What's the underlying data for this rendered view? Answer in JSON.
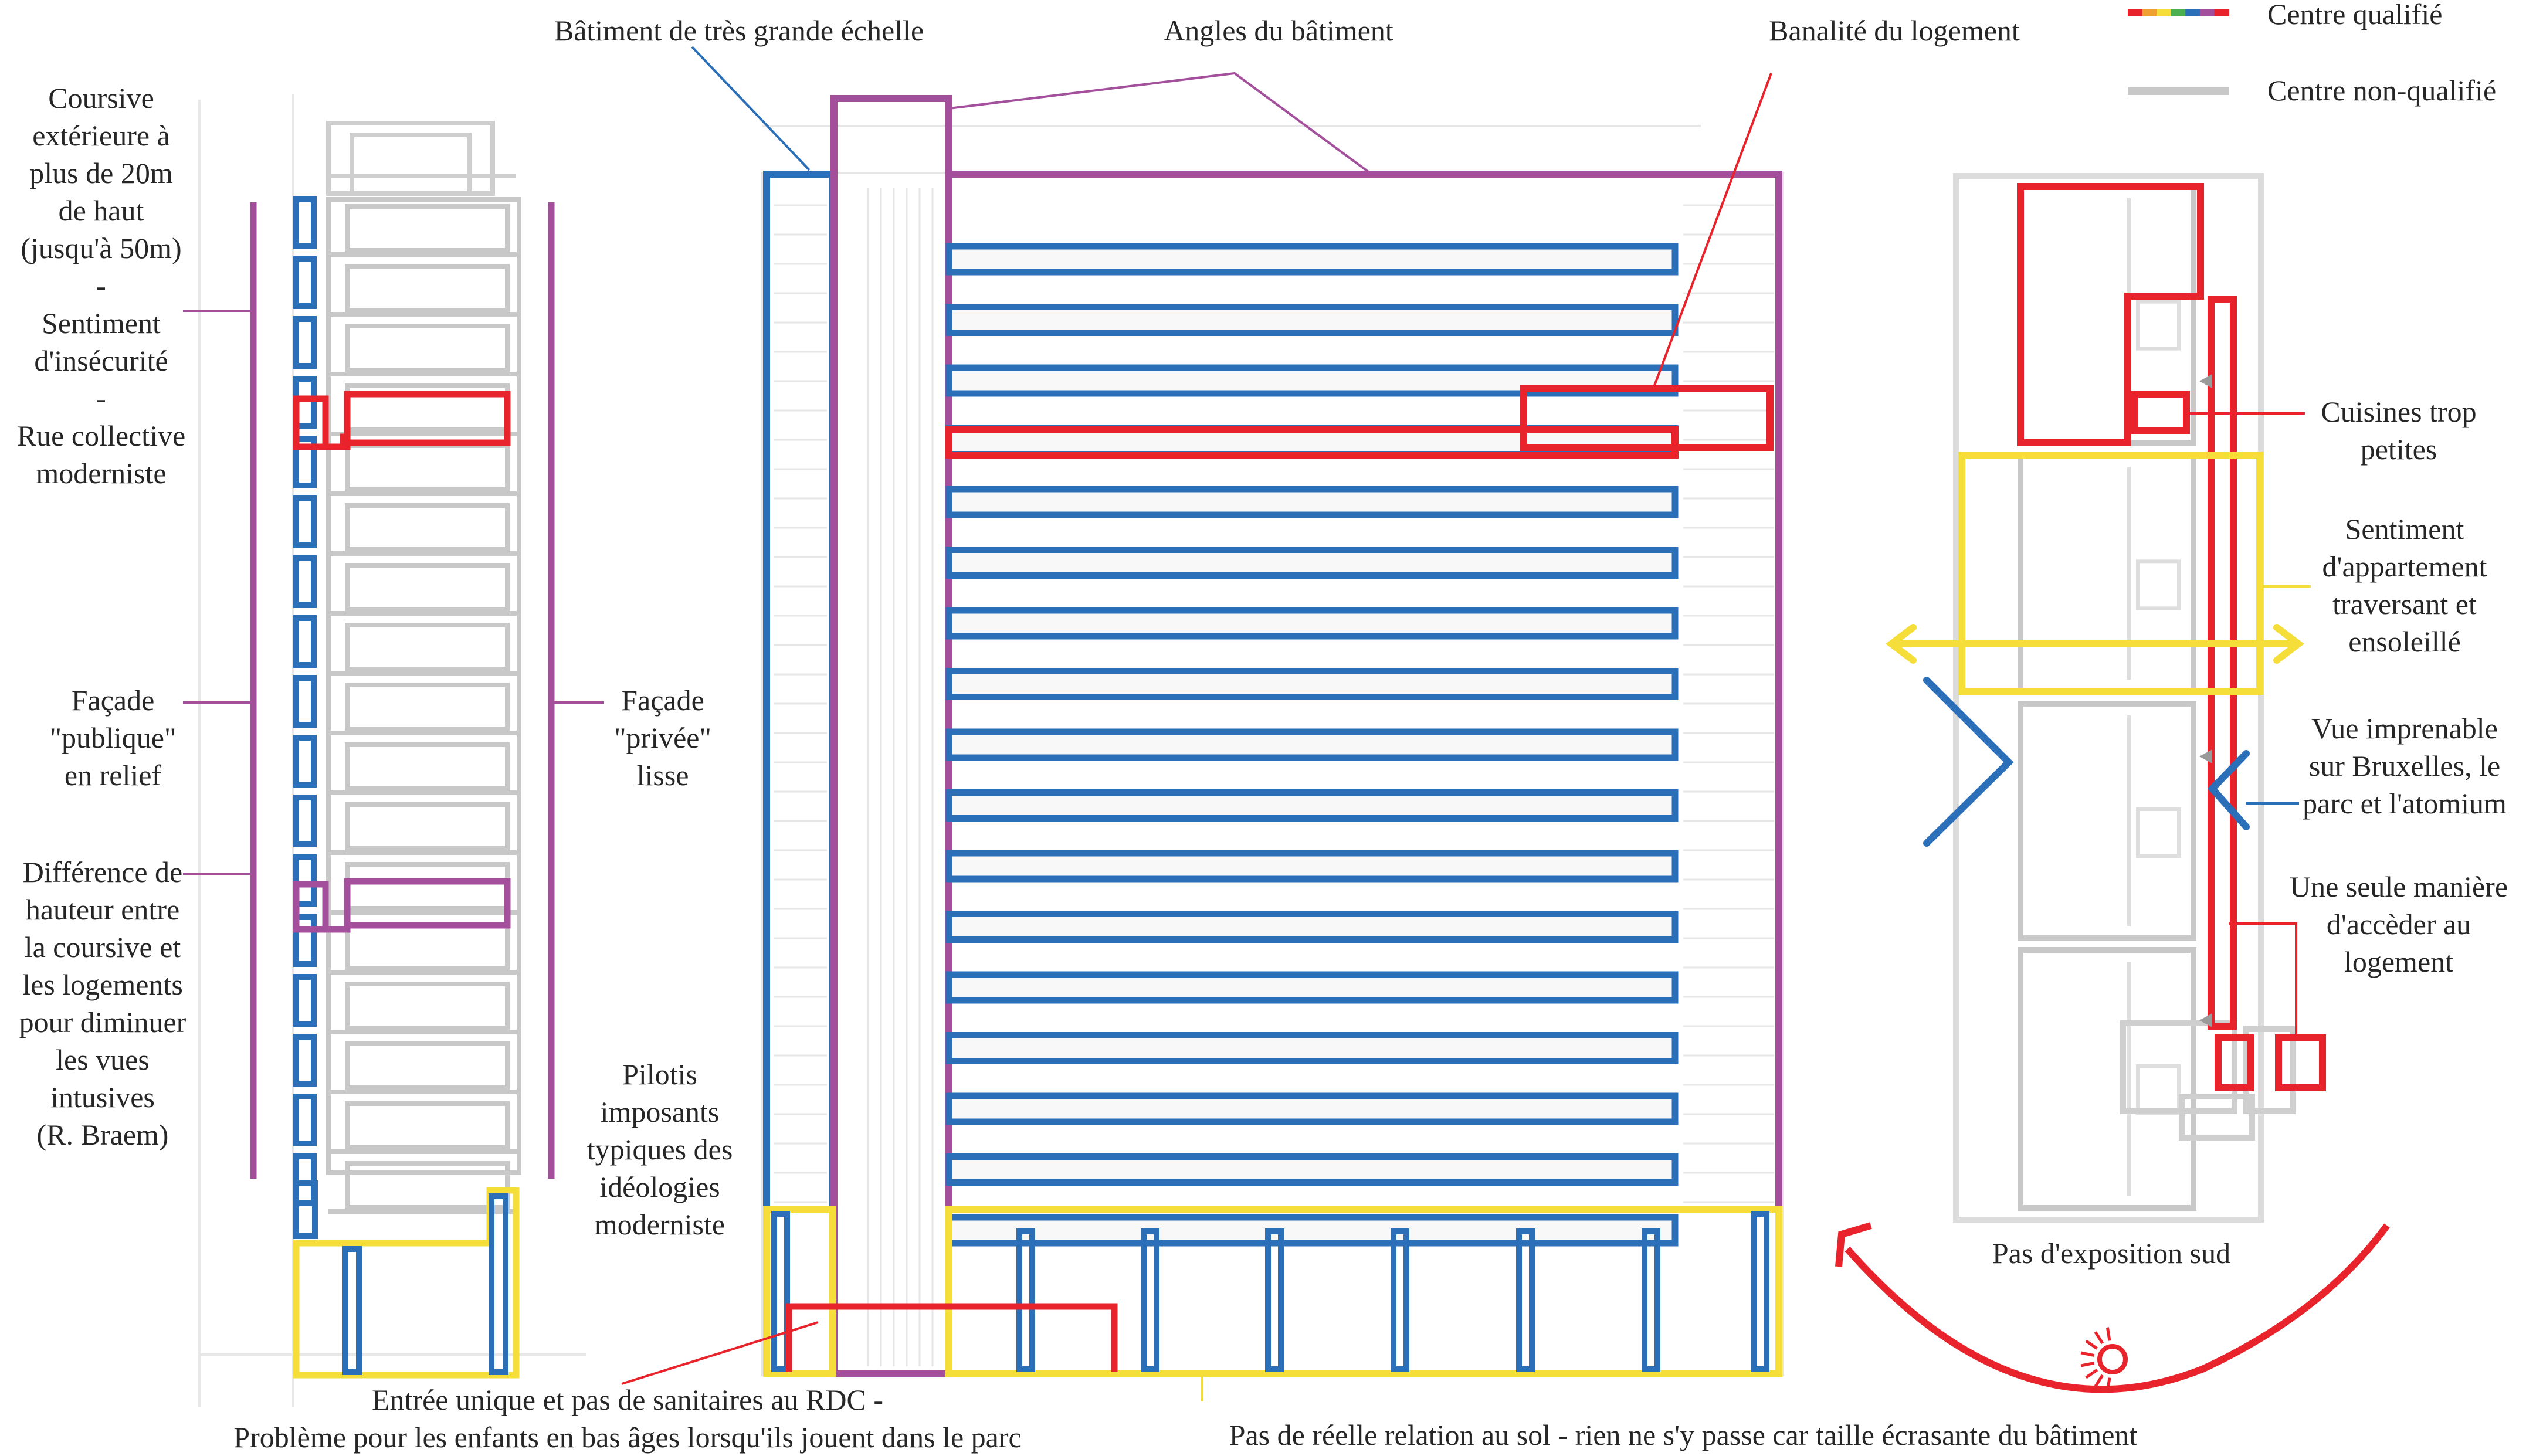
{
  "legend": {
    "qualified": "Centre qualifié",
    "unqualified": "Centre non-qualifié"
  },
  "labels": {
    "large_scale": "Bâtiment de très grande échelle",
    "corners": "Angles du bâtiment",
    "banality": "Banalité du logement",
    "coursive": "Coursive\nextérieure à\nplus de 20m\nde haut\n(jusqu'à 50m)\n-\nSentiment\nd'insécurité\n-\nRue collective\nmoderniste",
    "facade_public": "Façade\n\"publique\"\nen relief",
    "facade_private": "Façade\n\"privée\"\nlisse",
    "height_diff": "Différence de\nhauteur entre\nla coursive et\nles logements\npour diminuer\nles vues\nintusives\n(R. Braem)",
    "pilotis": "Pilotis\nimposants\ntypiques des\nidéologies\nmoderniste",
    "entrance": "Entrée unique et pas de sanitaires au RDC -\nProblème pour les enfants en bas âges lorsqu'ils jouent dans le parc",
    "ground": "Pas de réelle relation au sol - rien ne s'y passe car taille écrasante du bâtiment",
    "kitchens": "Cuisines trop\npetites",
    "through_apartment": "Sentiment\nd'appartement\ntraversant et\nensoleillé",
    "view": "Vue imprenable\nsur Bruxelles, le\nparc et l'atomium",
    "access": "Une seule manière\nd'accèder au\nlogement",
    "no_south": "Pas d'exposition sud"
  },
  "colors": {
    "blue": "#2a6fb8",
    "red": "#e8232b",
    "purple": "#a34f9c",
    "yellow": "#f5de3a",
    "gray": "#c8c8c8",
    "faint": "#e6e6e6"
  },
  "legend_swatch_colors": [
    "#e8232b",
    "#f0a030",
    "#f5de3a",
    "#4caf50",
    "#2a6fb8",
    "#a34f9c",
    "#e8232b"
  ]
}
